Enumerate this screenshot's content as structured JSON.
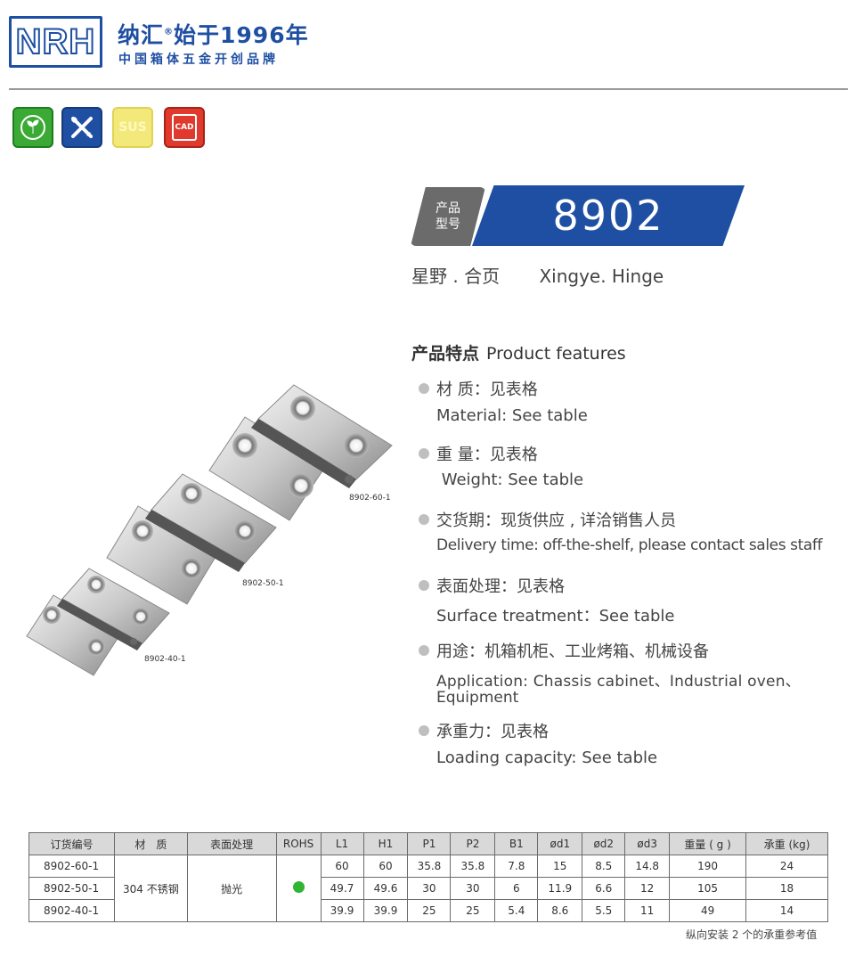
{
  "header": {
    "logo_text": "NRH",
    "brand_line1": "纳汇",
    "brand_mark": "®",
    "brand_line1b": "始于1996年",
    "brand_line2": "中国箱体五金开创品牌"
  },
  "badges": {
    "sus": "SUS",
    "cad": "CAD"
  },
  "model": {
    "tag_line1": "产品",
    "tag_line2": "型号",
    "number": "8902"
  },
  "product": {
    "name_cn": "星野 . 合页",
    "name_en": "Xingye. Hinge"
  },
  "features": {
    "heading_cn": "产品特点",
    "heading_en": "Product features",
    "items": [
      {
        "cn": "材  质：见表格",
        "en": "Material: See table"
      },
      {
        "cn": "重  量：见表格",
        "en": " Weight: See table"
      },
      {
        "cn": "交货期：现货供应 , 详洽销售人员",
        "en": "Delivery time: off-the-shelf, please contact sales staff"
      },
      {
        "cn": "表面处理：见表格",
        "en": "Surface treatment：See table"
      },
      {
        "cn": "用途：机箱机柜、工业烤箱、机械设备",
        "en": "Application: Chassis cabinet、Industrial oven、",
        "en2": "Equipment"
      },
      {
        "cn": "承重力：见表格",
        "en": "Loading capacity: See table"
      }
    ]
  },
  "illustration": {
    "labels": [
      "8902-60-1",
      "8902-50-1",
      "8902-40-1"
    ]
  },
  "table": {
    "headers": [
      "订货编号",
      "材　质",
      "表面处理",
      "ROHS",
      "L1",
      "H1",
      "P1",
      "P2",
      "B1",
      "ød1",
      "ød2",
      "ød3",
      "重量 ( g )",
      "承重 (kg)"
    ],
    "material": "304 不锈钢",
    "surface": "抛光",
    "rows": [
      {
        "code": "8902-60-1",
        "L1": "60",
        "H1": "60",
        "P1": "35.8",
        "P2": "35.8",
        "B1": "7.8",
        "d1": "15",
        "d2": "8.5",
        "d3": "14.8",
        "weight": "190",
        "load": "24"
      },
      {
        "code": "8902-50-1",
        "L1": "49.7",
        "H1": "49.6",
        "P1": "30",
        "P2": "30",
        "B1": "6",
        "d1": "11.9",
        "d2": "6.6",
        "d3": "12",
        "weight": "105",
        "load": "18"
      },
      {
        "code": "8902-40-1",
        "L1": "39.9",
        "H1": "39.9",
        "P1": "25",
        "P2": "25",
        "B1": "5.4",
        "d1": "8.6",
        "d2": "5.5",
        "d3": "11",
        "weight": "49",
        "load": "14"
      }
    ],
    "footnote": "纵向安装 2 个的承重参考值"
  },
  "colors": {
    "brand_blue": "#1f4fa3",
    "tag_gray": "#6b6b6b",
    "rohs_green": "#2fb531"
  }
}
